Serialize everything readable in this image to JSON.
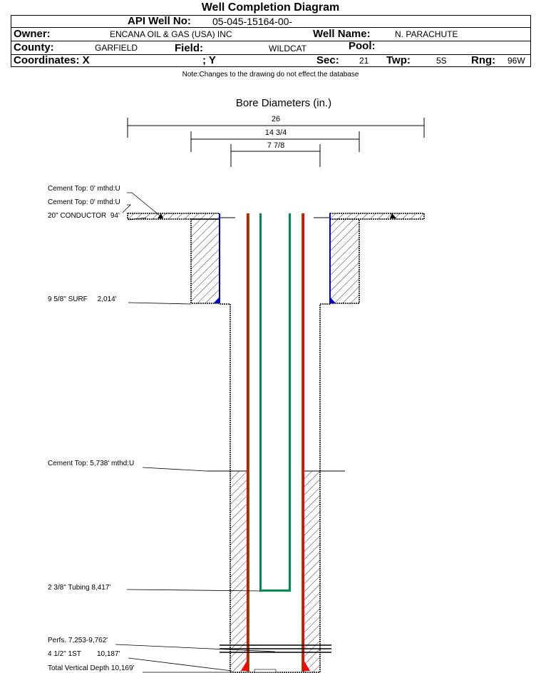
{
  "title": "Well Completion Diagram",
  "header": {
    "api_label": "API Well No:",
    "api_value": "05-045-15164-00-",
    "owner_label": "Owner:",
    "owner_value": "ENCANA OIL & GAS (USA) INC",
    "wellname_label": "Well Name:",
    "wellname_value": "N. PARACHUTE",
    "county_label": "County:",
    "county_value": "GARFIELD",
    "field_label": "Field:",
    "field_value": "WILDCAT",
    "pool_label": "Pool:",
    "coordx_label": "Coordinates: X",
    "coordy_label": "; Y",
    "sec_label": "Sec:",
    "sec_value": "21",
    "twp_label": "Twp:",
    "twp_value": "5S",
    "rng_label": "Rng:",
    "rng_value": "96W"
  },
  "note": "Note:Changes to the drawing do not effect the database",
  "diagram": {
    "bore_title": "Bore Diameters (in.)",
    "diameters": [
      "26",
      "14 3/4",
      "7 7/8"
    ],
    "labels": {
      "cement_top_1": "Cement Top: 0' mthd:U",
      "cement_top_2": "Cement Top: 0' mthd:U",
      "conductor": "20\" CONDUCTOR  94'",
      "surf": "9 5/8\" SURF     2,014'",
      "cement_top_prod": "Cement Top: 5,738' mthd:U",
      "tubing": "2 3/8\" Tubing 8,417'",
      "perfs": "Perfs. 7,253-9,762'",
      "prod_casing": "4 1/2\" 1ST        10,187'",
      "tvd": "Total Vertical Depth 10,169'"
    },
    "colors": {
      "casing": "#ff0000",
      "tubing": "#008855",
      "surface": "#0000cc",
      "green": "#00aa00"
    }
  }
}
